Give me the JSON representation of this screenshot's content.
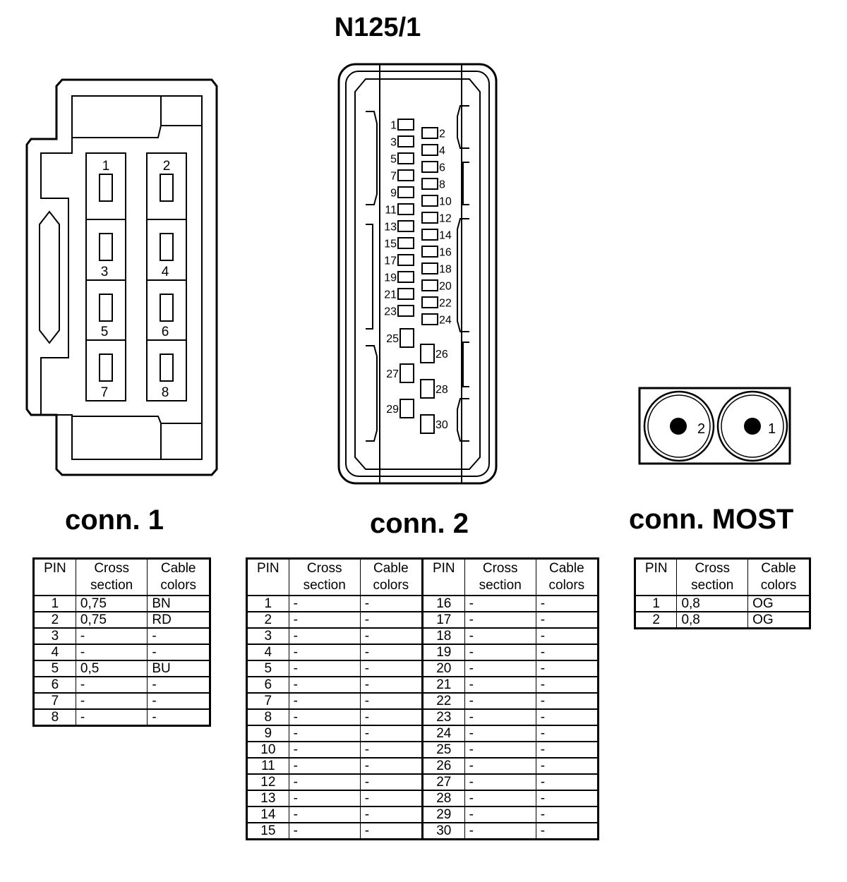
{
  "title": "N125/1",
  "connectors": {
    "conn1": {
      "title": "conn. 1",
      "pin_labels": [
        "1",
        "2",
        "3",
        "4",
        "5",
        "6",
        "7",
        "8"
      ]
    },
    "conn2": {
      "title": "conn. 2",
      "pin_labels": [
        "1",
        "2",
        "3",
        "4",
        "5",
        "6",
        "7",
        "8",
        "9",
        "10",
        "11",
        "12",
        "13",
        "14",
        "15",
        "16",
        "17",
        "18",
        "19",
        "20",
        "21",
        "22",
        "23",
        "24",
        "25",
        "26",
        "27",
        "28",
        "29",
        "30"
      ]
    },
    "most": {
      "title": "conn. MOST",
      "pin_labels": [
        "2",
        "1"
      ]
    }
  },
  "table_headers": {
    "pin": "PIN",
    "cross_line1": "Cross",
    "cross_line2": "section",
    "cable_line1": "Cable",
    "cable_line2": "colors"
  },
  "tables": {
    "conn1": [
      {
        "pin": "1",
        "cross": "0,75",
        "color": "BN"
      },
      {
        "pin": "2",
        "cross": "0,75",
        "color": "RD"
      },
      {
        "pin": "3",
        "cross": "-",
        "color": "-"
      },
      {
        "pin": "4",
        "cross": "-",
        "color": "-"
      },
      {
        "pin": "5",
        "cross": "0,5",
        "color": "BU"
      },
      {
        "pin": "6",
        "cross": "-",
        "color": "-"
      },
      {
        "pin": "7",
        "cross": "-",
        "color": "-"
      },
      {
        "pin": "8",
        "cross": "-",
        "color": "-"
      }
    ],
    "conn2": [
      {
        "pin": "1",
        "cross": "-",
        "color": "-"
      },
      {
        "pin": "2",
        "cross": "-",
        "color": "-"
      },
      {
        "pin": "3",
        "cross": "-",
        "color": "-"
      },
      {
        "pin": "4",
        "cross": "-",
        "color": "-"
      },
      {
        "pin": "5",
        "cross": "-",
        "color": "-"
      },
      {
        "pin": "6",
        "cross": "-",
        "color": "-"
      },
      {
        "pin": "7",
        "cross": "-",
        "color": "-"
      },
      {
        "pin": "8",
        "cross": "-",
        "color": "-"
      },
      {
        "pin": "9",
        "cross": "-",
        "color": "-"
      },
      {
        "pin": "10",
        "cross": "-",
        "color": "-"
      },
      {
        "pin": "11",
        "cross": "-",
        "color": "-"
      },
      {
        "pin": "12",
        "cross": "-",
        "color": "-"
      },
      {
        "pin": "13",
        "cross": "-",
        "color": "-"
      },
      {
        "pin": "14",
        "cross": "-",
        "color": "-"
      },
      {
        "pin": "15",
        "cross": "-",
        "color": "-"
      },
      {
        "pin": "16",
        "cross": "-",
        "color": "-"
      },
      {
        "pin": "17",
        "cross": "-",
        "color": "-"
      },
      {
        "pin": "18",
        "cross": "-",
        "color": "-"
      },
      {
        "pin": "19",
        "cross": "-",
        "color": "-"
      },
      {
        "pin": "20",
        "cross": "-",
        "color": "-"
      },
      {
        "pin": "21",
        "cross": "-",
        "color": "-"
      },
      {
        "pin": "22",
        "cross": "-",
        "color": "-"
      },
      {
        "pin": "23",
        "cross": "-",
        "color": "-"
      },
      {
        "pin": "24",
        "cross": "-",
        "color": "-"
      },
      {
        "pin": "25",
        "cross": "-",
        "color": "-"
      },
      {
        "pin": "26",
        "cross": "-",
        "color": "-"
      },
      {
        "pin": "27",
        "cross": "-",
        "color": "-"
      },
      {
        "pin": "28",
        "cross": "-",
        "color": "-"
      },
      {
        "pin": "29",
        "cross": "-",
        "color": "-"
      },
      {
        "pin": "30",
        "cross": "-",
        "color": "-"
      }
    ],
    "most": [
      {
        "pin": "1",
        "cross": "0,8",
        "color": "OG"
      },
      {
        "pin": "2",
        "cross": "0,8",
        "color": "OG"
      }
    ]
  }
}
